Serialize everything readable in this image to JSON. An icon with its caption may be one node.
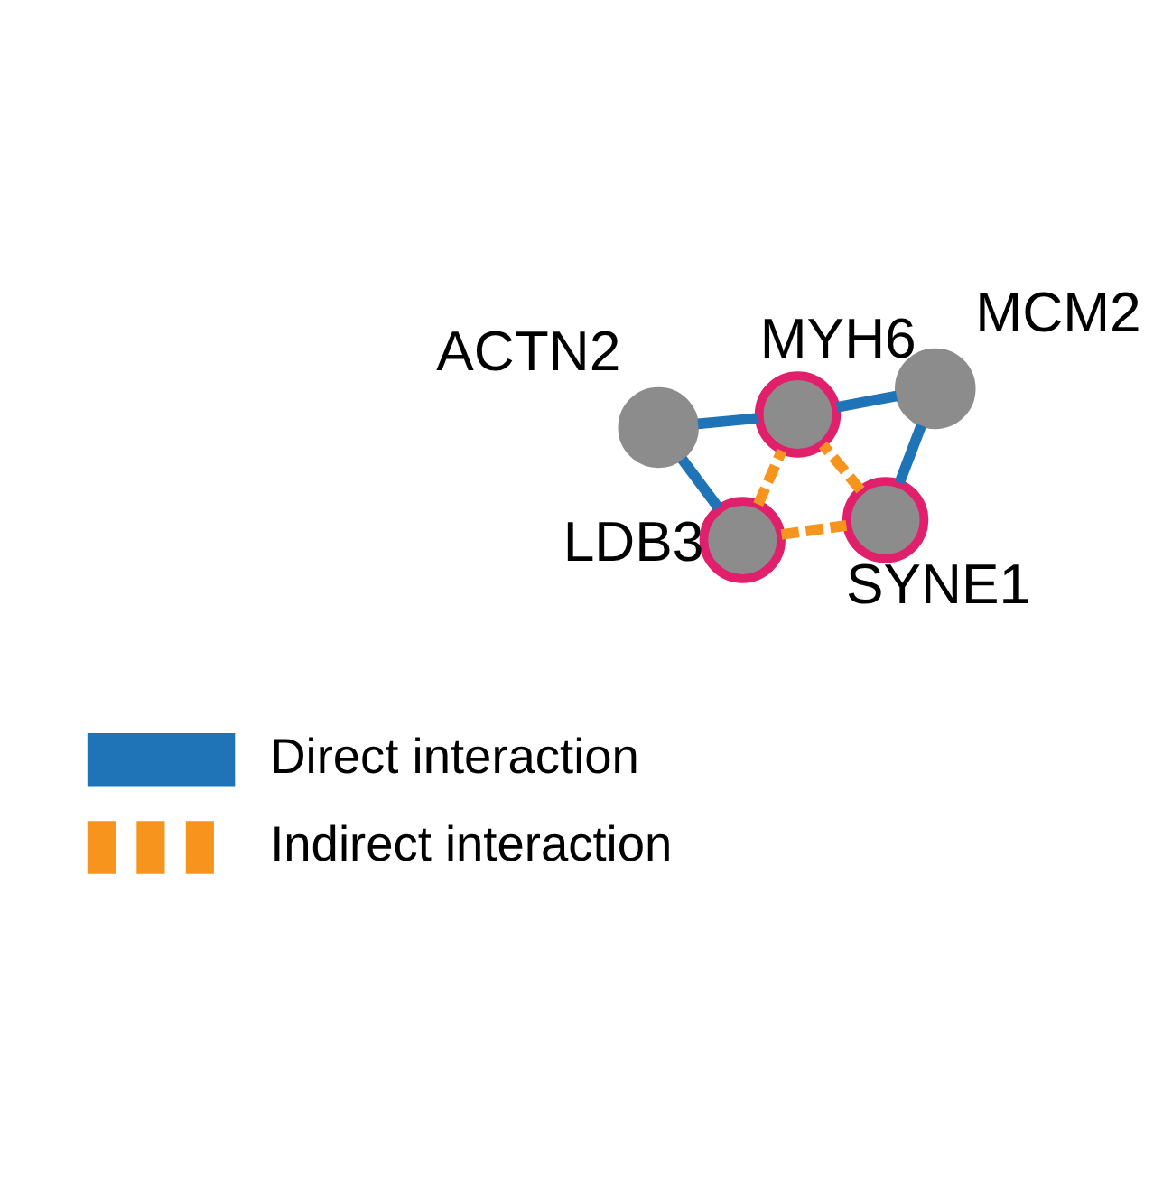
{
  "diagram": {
    "nodes": [
      {
        "text": [],
        "shape": "circle",
        "beside": [
          "ACTN2"
        ]
      },
      {
        "text": [],
        "shape": "circle",
        "beside": [
          "LDB3"
        ]
      },
      {
        "text": [],
        "shape": "circle",
        "beside": [
          "SYNE1"
        ]
      },
      {
        "text": [],
        "shape": "circle",
        "beside": [
          "MYH6"
        ]
      },
      {
        "text": [],
        "shape": "circle",
        "beside": [
          "MCM2"
        ]
      }
    ],
    "edges": [
      {
        "from": 0,
        "to": 1,
        "arrow": "none"
      },
      {
        "from": 0,
        "to": 3,
        "arrow": "none"
      },
      {
        "from": 1,
        "to": 2,
        "arrow": "none",
        "style": "dashed",
        "color": "#f7941d"
      },
      {
        "from": 1,
        "to": 3,
        "arrow": "none",
        "style": "dashed",
        "color": "#f7941d"
      },
      {
        "from": 2,
        "to": 3,
        "arrow": "none",
        "style": "dashed",
        "color": "#f7941d"
      },
      {
        "from": 2,
        "to": 4,
        "arrow": "none"
      },
      {
        "from": 3,
        "to": 4,
        "arrow": "none"
      }
    ],
    "legend": [
      {
        "text": "Direct interaction"
      },
      {
        "text": "Indirect interaction"
      }
    ]
  }
}
